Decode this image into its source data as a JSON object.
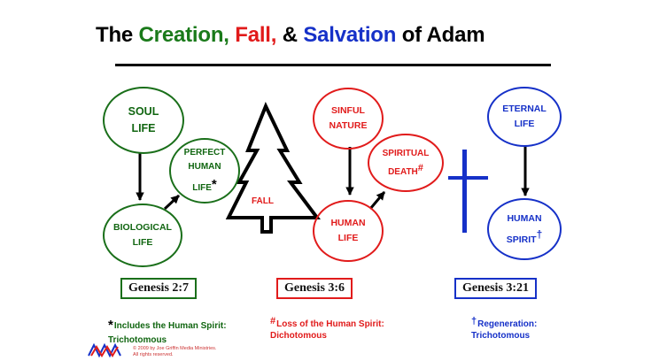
{
  "title": {
    "part1": "The ",
    "creation": "Creation,",
    "sep1": " ",
    "fall": "Fall,",
    "sep2": " & ",
    "salvation": "Salvation",
    "part2": " of Adam"
  },
  "colors": {
    "creation": "#1a7a1a",
    "fall": "#e11b1b",
    "salvation": "#1631c8"
  },
  "nodes": {
    "soul_life": "SOUL\nLIFE",
    "perfect_human_life": "PERFECT\nHUMAN\nLIFE",
    "perfect_mark": "*",
    "biological_life": "BIOLOGICAL\nLIFE",
    "fall": "FALL",
    "sinful_nature": "SINFUL\nNATURE",
    "spiritual_death": "SPIRITUAL\nDEATH",
    "death_mark": "#",
    "human_life": "HUMAN\nLIFE",
    "eternal_life": "ETERNAL\nLIFE",
    "human_spirit": "HUMAN\nSPIRIT",
    "spirit_mark": "†"
  },
  "references": {
    "creation": "Genesis 2:7",
    "fall": "Genesis 3:6",
    "salvation": "Genesis 3:21"
  },
  "notes": {
    "creation_mark": "*",
    "creation": "Includes the Human Spirit:\nTrichotomous",
    "fall_mark": "#",
    "fall": "Loss of the Human Spirit:\nDichotomous",
    "salvation_mark": "†",
    "salvation": "Regeneration:\nTrichotomous"
  },
  "footer": {
    "copyright": "© 2009 by Joe Griffin Media Ministries.\nAll rights reserved."
  },
  "icons": {
    "tree": "pine-tree-icon",
    "cross": "cross-icon",
    "logo": "ministry-logo-icon"
  }
}
